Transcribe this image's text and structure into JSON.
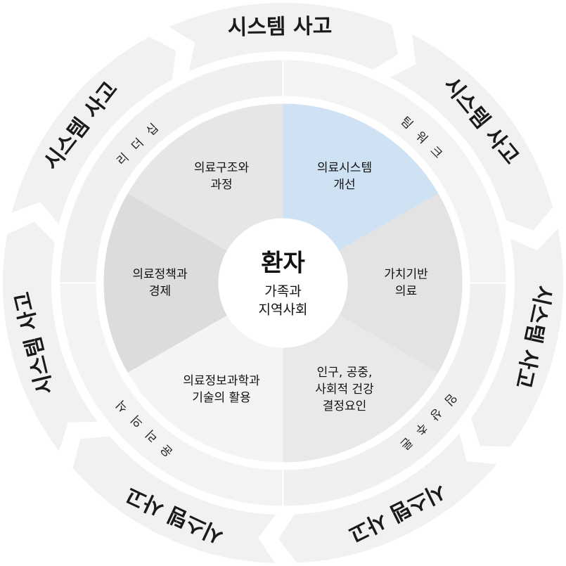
{
  "center": {
    "title": "환자",
    "subtitle_line1": "가족과",
    "subtitle_line2": "지역사회"
  },
  "segments": [
    {
      "line1": "의료시스템",
      "line2": "개선",
      "highlighted": true
    },
    {
      "line1": "가치기반",
      "line2": "의료",
      "highlighted": false
    },
    {
      "line1": "인구, 공중,",
      "line2": "사회적 건강",
      "line3": "결정요인",
      "highlighted": false
    },
    {
      "line1": "의료정보과학과",
      "line2": "기술의 활용",
      "highlighted": false
    },
    {
      "line1": "의료정책과",
      "line2": "경제",
      "highlighted": false
    },
    {
      "line1": "의료구조와",
      "line2": "과정",
      "highlighted": false
    }
  ],
  "middle_ring": [
    {
      "label": "팀워크"
    },
    {
      "label": "리더십"
    },
    {
      "label": "윤리의식"
    },
    {
      "label": "임상추론"
    }
  ],
  "outer_ring": [
    {
      "label": "시스템 사고"
    },
    {
      "label": "시스템 사고"
    },
    {
      "label": "시스템 사고"
    },
    {
      "label": "시스템 사고"
    },
    {
      "label": "시스템 사고"
    },
    {
      "label": "시스템 사고"
    },
    {
      "label": "시스템 사고"
    }
  ],
  "colors": {
    "highlight": "#cfe2f3",
    "segment_light": "#e6e6e6",
    "segment_dark": "#d9d9d9",
    "middle_ring": "#ececec",
    "outer_ring": "#f1f1f1",
    "text": "#111111"
  }
}
